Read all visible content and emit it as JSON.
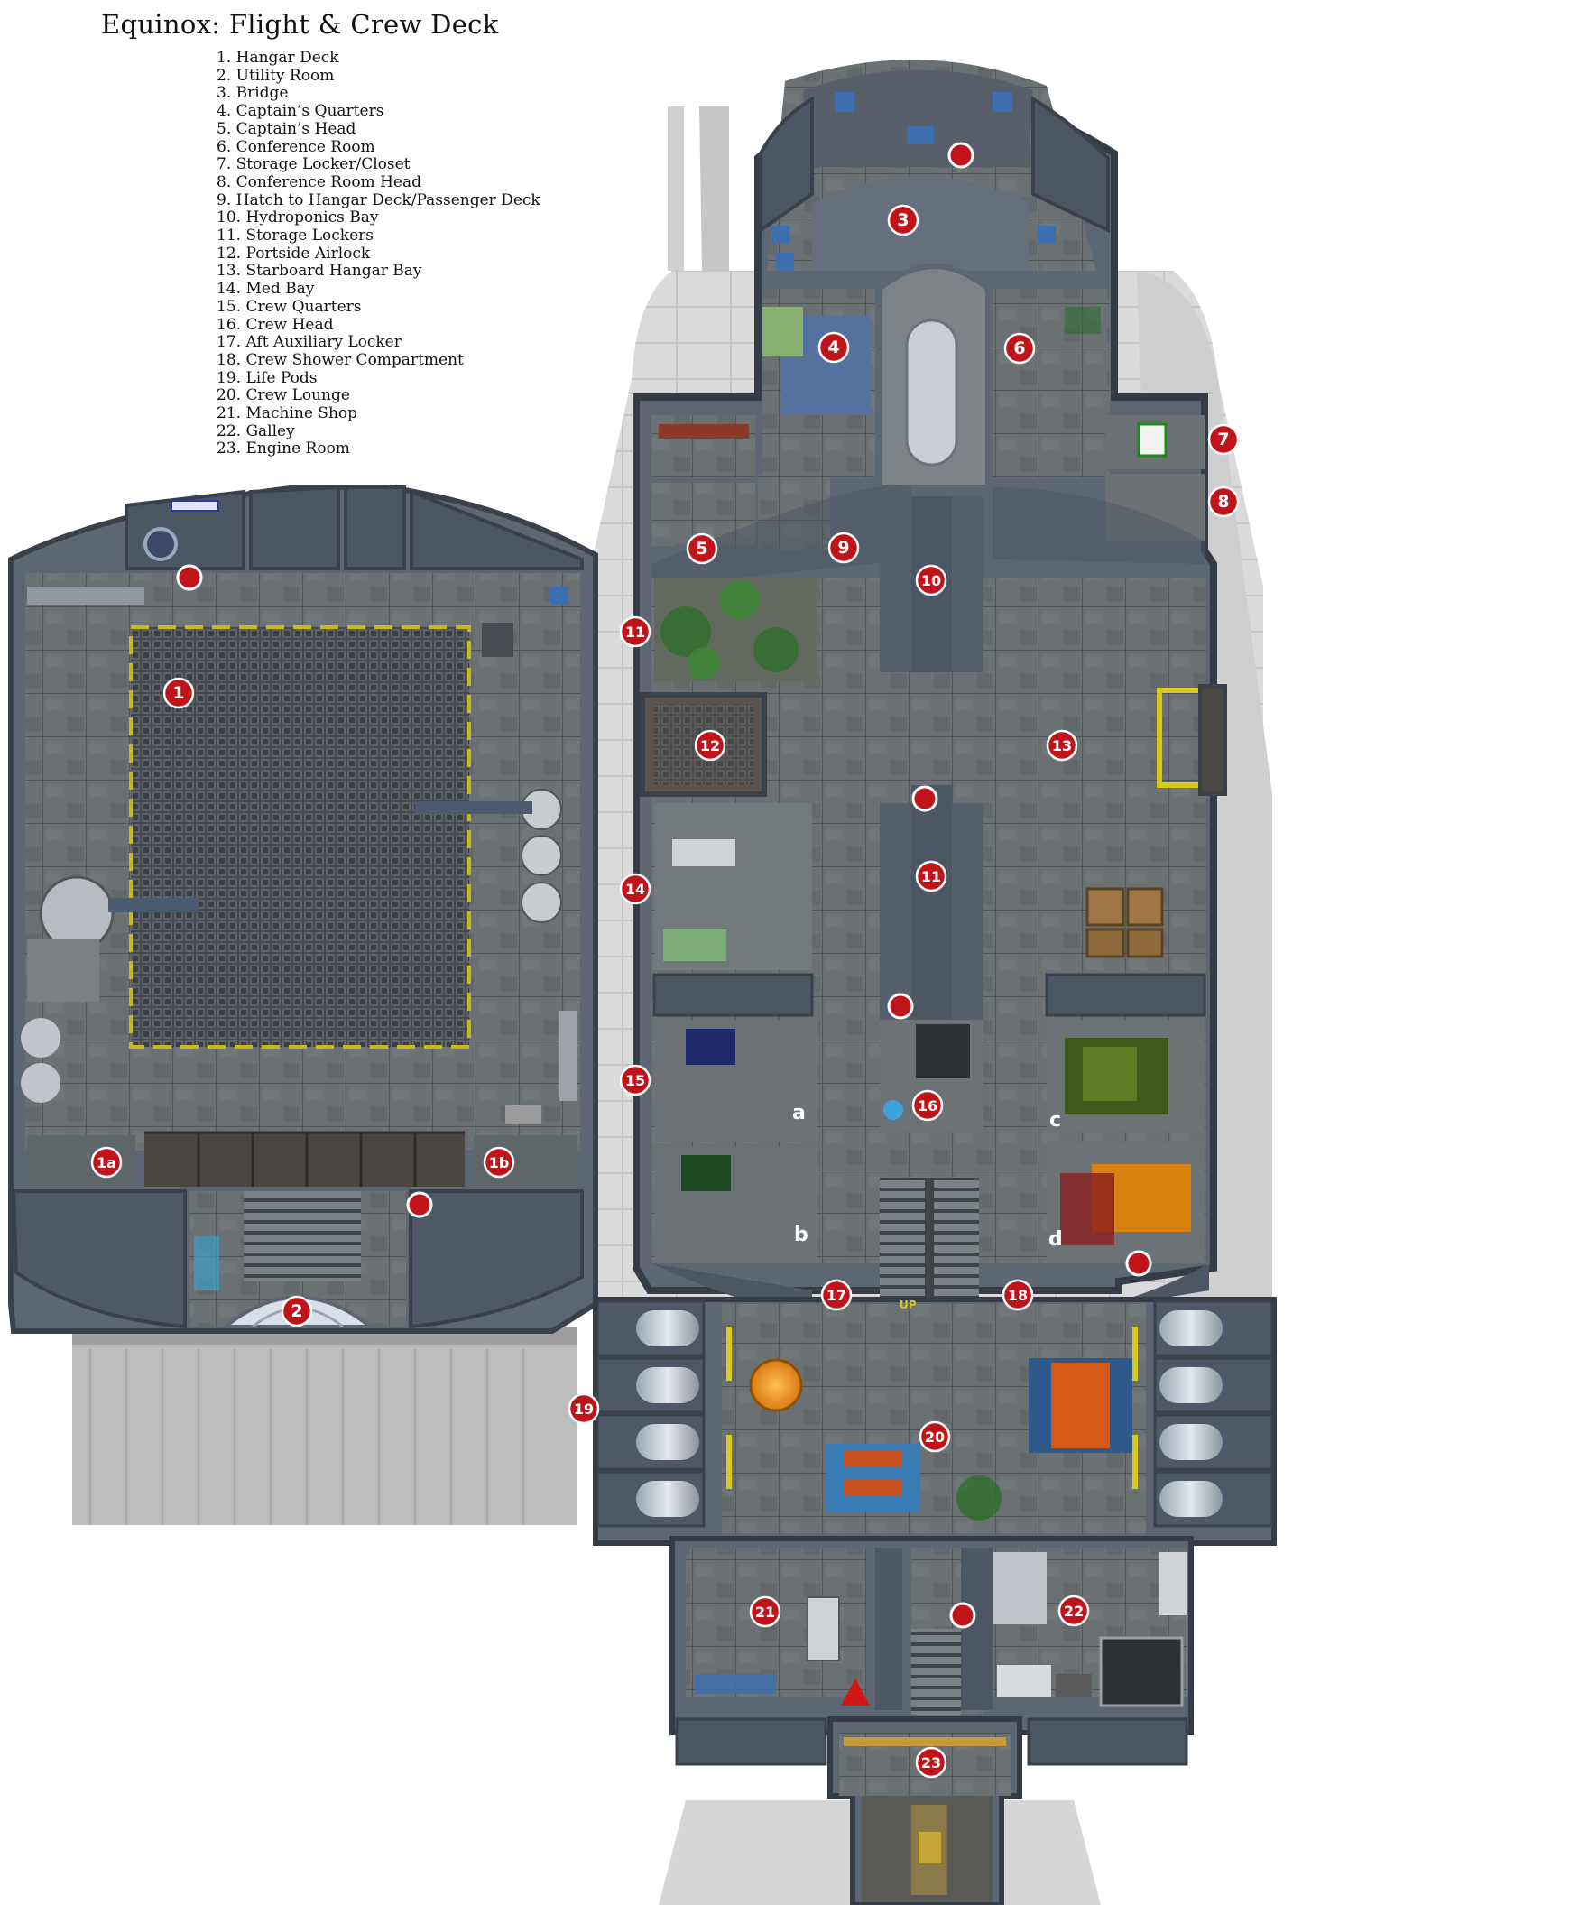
{
  "title": "Equinox: Flight & Crew Deck",
  "legend": [
    "1. Hangar Deck",
    "2. Utility Room",
    "3. Bridge",
    "4. Captain’s Quarters",
    "5. Captain’s Head",
    "6. Conference Room",
    "7. Storage Locker/Closet",
    "8. Conference Room Head",
    "9. Hatch to Hangar Deck/Passenger Deck",
    "10. Hydroponics Bay",
    "11. Storage Lockers",
    "12. Portside Airlock",
    "13. Starboard Hangar Bay",
    "14. Med Bay",
    "15. Crew Quarters",
    "16. Crew Head",
    "17. Aft Auxiliary Locker",
    "18. Crew Shower Compartment",
    "19. Life Pods",
    "20. Crew Lounge",
    "21. Machine Shop",
    "22. Galley",
    "23. Engine Room"
  ],
  "markers": {
    "m1": "1",
    "m1a": "1a",
    "m1b": "1b",
    "m2": "2",
    "m3": "3",
    "m4": "4",
    "m5": "5",
    "m6": "6",
    "m7": "7",
    "m8": "8",
    "m9": "9",
    "m10": "10",
    "m11a": "11",
    "m11b": "11",
    "m12": "12",
    "m13": "13",
    "m14": "14",
    "m15": "15",
    "m16": "16",
    "m17": "17",
    "m18": "18",
    "m19": "19",
    "m20": "20",
    "m21": "21",
    "m22": "22",
    "m23": "23"
  },
  "sub_labels": {
    "a": "a",
    "b": "b",
    "c": "c",
    "d": "d",
    "up": "UP"
  },
  "colors": {
    "hull": "#5d6673",
    "floor": "#6d7274",
    "panel": "#4f5866",
    "marker": "#c0141b",
    "ghost": "#c9c9c9",
    "stripe": "#d8c91c"
  }
}
